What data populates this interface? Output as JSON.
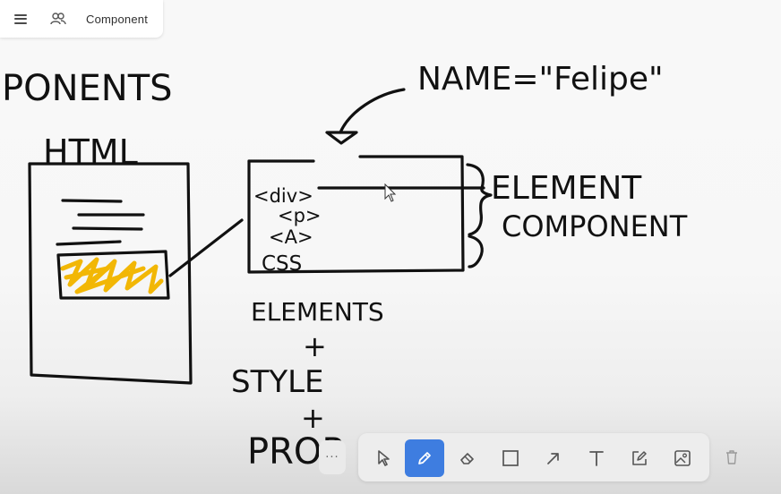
{
  "header": {
    "title": "Component",
    "menu_icon": "hamburger-menu-icon",
    "collab_icon": "users-icon"
  },
  "sketch": {
    "partial_word": "PONENTS",
    "html_label": "HTML",
    "name_prop": "NAME=\"Felipe\"",
    "code_lines": [
      "<div>",
      "<p>",
      "<A>",
      "CSS"
    ],
    "element_label": "ELEMENT",
    "component_label": "COMPONENT",
    "formula": [
      "ELEMENTS",
      "+",
      "STYLE",
      "+",
      "PROP"
    ]
  },
  "toolbar": {
    "more_label": "···",
    "tools": [
      {
        "name": "select",
        "icon": "cursor-icon",
        "active": false
      },
      {
        "name": "pen",
        "icon": "pencil-icon",
        "active": true
      },
      {
        "name": "eraser",
        "icon": "eraser-icon",
        "active": false
      },
      {
        "name": "rectangle",
        "icon": "rectangle-icon",
        "active": false
      },
      {
        "name": "arrow",
        "icon": "arrow-icon",
        "active": false
      },
      {
        "name": "text",
        "icon": "text-icon",
        "active": false
      },
      {
        "name": "note",
        "icon": "note-edit-icon",
        "active": false
      },
      {
        "name": "image",
        "icon": "image-icon",
        "active": false
      }
    ],
    "delete_icon": "trash-icon"
  },
  "colors": {
    "ink": "#111111",
    "highlight": "#f2b705",
    "active_tool": "#3e7de0",
    "toolbar_bg": "#ededed"
  }
}
